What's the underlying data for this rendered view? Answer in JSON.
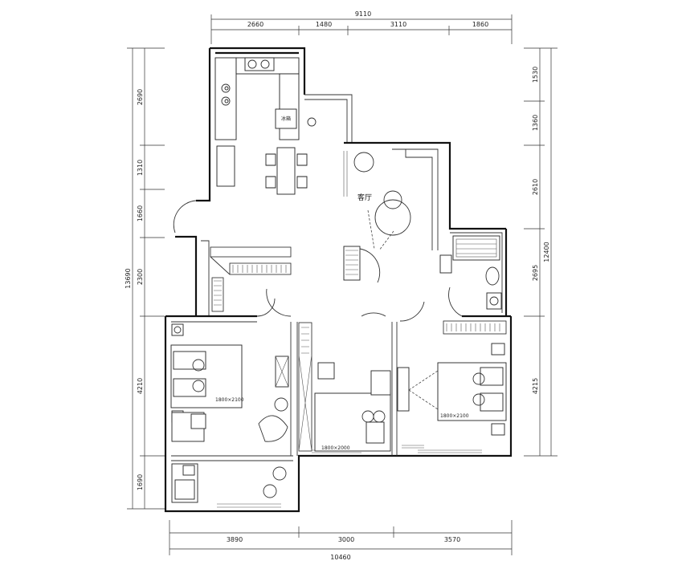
{
  "dimensions": {
    "top_total": "9110",
    "top_segments": [
      "2660",
      "1480",
      "3110",
      "1860"
    ],
    "bottom_segments": [
      "3890",
      "3000",
      "3570"
    ],
    "bottom_total": "10460",
    "left_total": "13690",
    "left_segments": [
      "2690",
      "1310",
      "1660",
      "2300",
      "4210",
      "1690"
    ],
    "right_total": "12400",
    "right_segments": [
      "1530",
      "1360",
      "2610",
      "2695",
      "4215"
    ]
  },
  "rooms": {
    "living_room": "客厅"
  },
  "beds": {
    "master": "1800×2100",
    "second": "1800×2100",
    "third": "1800×2000"
  },
  "kitchen_appliance": "冰箱"
}
